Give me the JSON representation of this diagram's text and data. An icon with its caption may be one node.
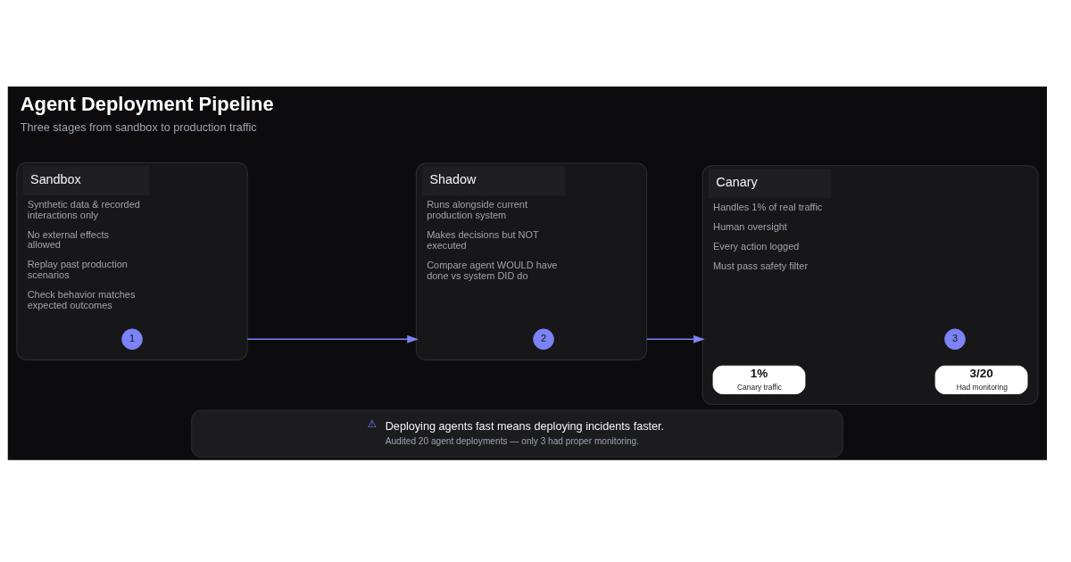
{
  "diagram": {
    "title": "Agent Deployment Pipeline",
    "caption": "Three stages from sandbox to production traffic",
    "nodes": [
      {
        "text": [
          "Sandbox",
          "Synthetic data & recorded interactions only",
          "No external effects allowed",
          "Replay past production scenarios",
          "Check behavior matches expected outcomes"
        ]
      },
      {
        "text": [
          "1"
        ],
        "in": 0
      },
      {
        "text": [
          "Shadow",
          "Runs alongside current production system",
          "Makes decisions but NOT executed",
          "Compare agent WOULD have done vs system DID do"
        ]
      },
      {
        "text": [
          "2"
        ],
        "in": 2
      },
      {
        "text": [
          "Canary",
          "Handles 1% of real traffic",
          "Human oversight",
          "Every action logged",
          "Must pass safety filter"
        ]
      },
      {
        "text": [
          "3"
        ],
        "in": 4
      },
      {
        "text": [
          "1%",
          "Canary traffic"
        ],
        "in": 4
      },
      {
        "text": [
          "3/20",
          "Had monitoring"
        ],
        "in": 4
      },
      {
        "text": [
          "⚠",
          "Deploying agents fast means deploying incidents faster.",
          "Audited 20 agent deployments — only 3 had proper monitoring."
        ]
      }
    ],
    "edges": [
      {
        "from": 0,
        "to": 2,
        "arrow": "to"
      },
      {
        "from": 2,
        "to": 4,
        "arrow": "to"
      }
    ]
  }
}
